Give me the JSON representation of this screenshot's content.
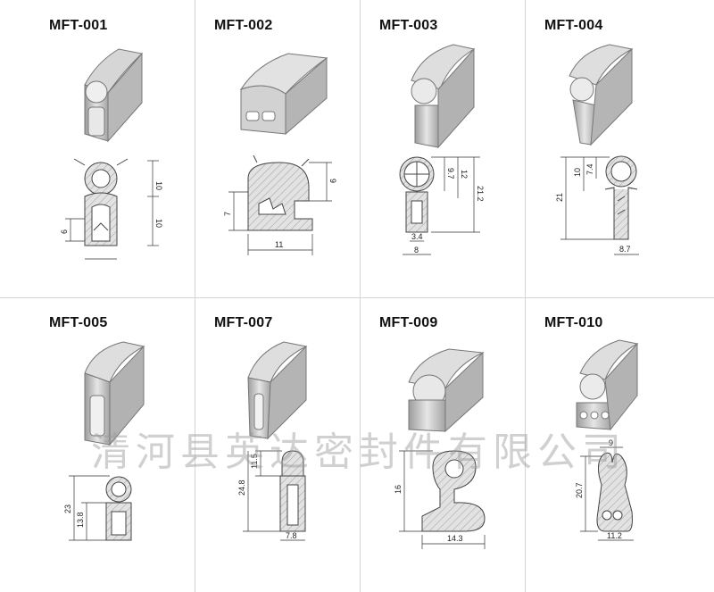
{
  "products": [
    {
      "code": "MFT-001",
      "dims": [
        "10",
        "10",
        "6"
      ]
    },
    {
      "code": "MFT-002",
      "dims": [
        "9",
        "7",
        "11"
      ]
    },
    {
      "code": "MFT-003",
      "dims": [
        "9.7",
        "12",
        "21.2",
        "3.4",
        "8"
      ]
    },
    {
      "code": "MFT-004",
      "dims": [
        "10",
        "7.4",
        "21",
        "8.7"
      ]
    },
    {
      "code": "MFT-005",
      "dims": [
        "23",
        "13.8"
      ]
    },
    {
      "code": "MFT-007",
      "dims": [
        "11.5",
        "24.8",
        "7.8"
      ]
    },
    {
      "code": "MFT-009",
      "dims": [
        "16",
        "14.3"
      ]
    },
    {
      "code": "MFT-010",
      "dims": [
        "9",
        "20.7",
        "11.2"
      ]
    }
  ],
  "watermark": "清河县英达密封件有限公司",
  "colors": {
    "profile_fill": "#c9c9c9",
    "profile_dark": "#8e8e8e",
    "hatch": "#9a9a9a",
    "grid": "#d4d4d4"
  }
}
